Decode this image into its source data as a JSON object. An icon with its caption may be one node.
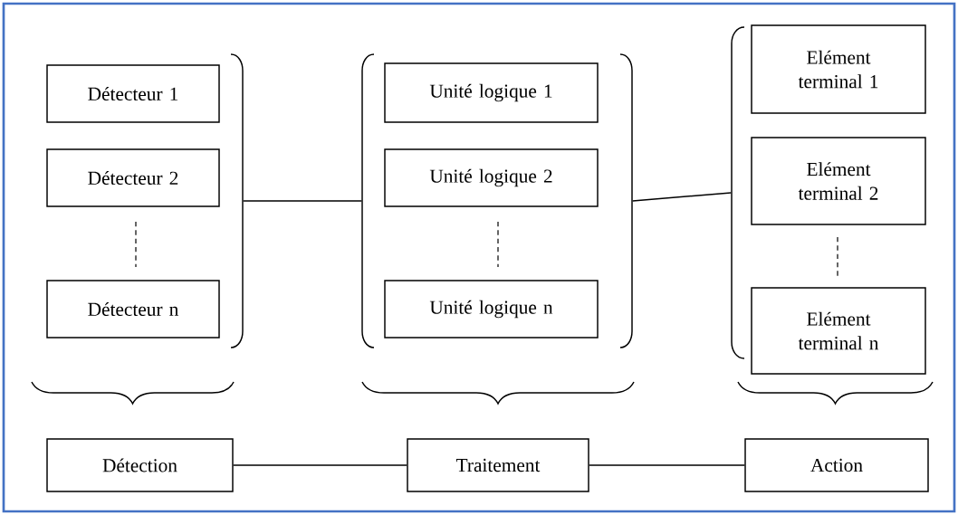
{
  "diagram": {
    "nodes": [
      {
        "text": [
          "Détecteur 1"
        ]
      },
      {
        "text": [
          "Détecteur 2"
        ]
      },
      {
        "text": [
          "Détecteur n"
        ]
      },
      {
        "text": [
          "Unité logique 1"
        ]
      },
      {
        "text": [
          "Unité logique 2"
        ]
      },
      {
        "text": [
          "Unité logique n"
        ]
      },
      {
        "text": [
          "Elément terminal 1"
        ]
      },
      {
        "text": [
          "Elément terminal 2"
        ]
      },
      {
        "text": [
          "Elément terminal n"
        ]
      },
      {
        "text": [
          "Détection"
        ]
      },
      {
        "text": [
          "Traitement"
        ]
      },
      {
        "text": [
          "Action"
        ]
      },
      {
        "text": [],
        "shape": "bracket"
      },
      {
        "text": [],
        "shape": "bracket"
      },
      {
        "text": [],
        "shape": "bracket"
      },
      {
        "text": [],
        "shape": "bracket"
      }
    ],
    "edges": [
      {
        "from": 12,
        "to": 13,
        "arrow": "none"
      },
      {
        "from": 14,
        "to": 15,
        "arrow": "none"
      },
      {
        "from": 9,
        "to": 10,
        "arrow": "none"
      },
      {
        "from": 10,
        "to": 11,
        "arrow": "none"
      }
    ]
  }
}
